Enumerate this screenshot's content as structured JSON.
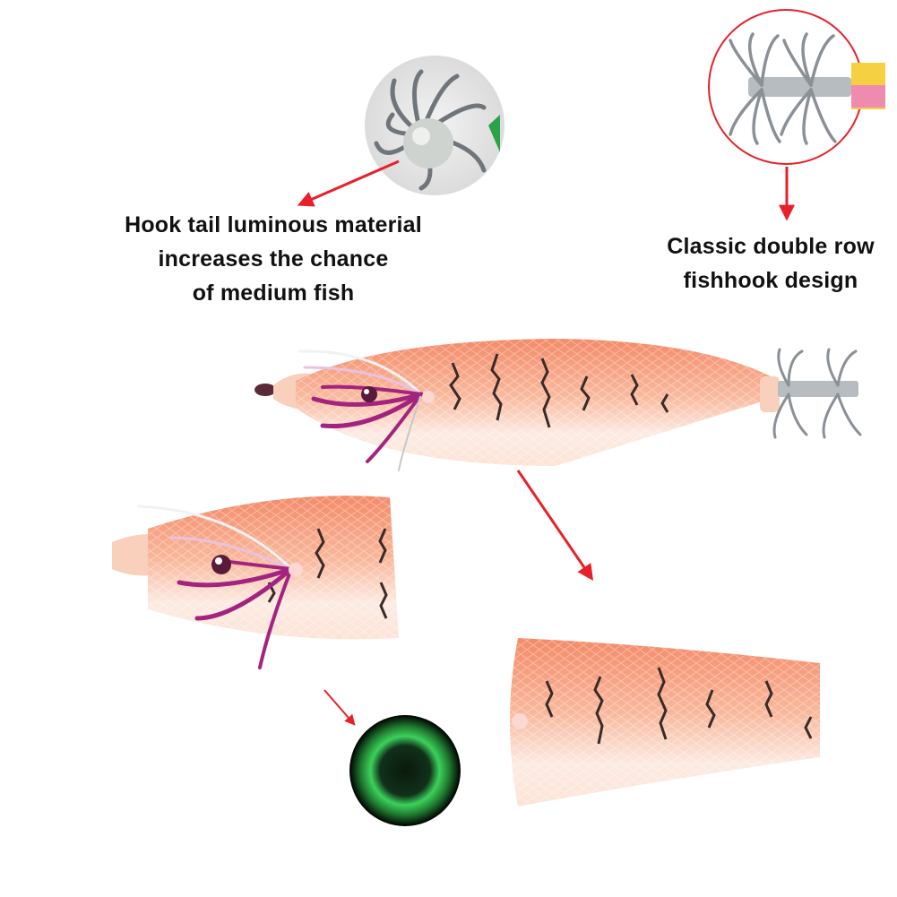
{
  "captions": {
    "luminous": {
      "lines": [
        "Hook tail luminous material",
        "increases the chance",
        "of medium fish"
      ]
    },
    "double_row": {
      "lines": [
        "Classic double row",
        "fishhook design"
      ]
    }
  },
  "colors": {
    "arrow": "#e8202a",
    "lure_body": "#f7a37f",
    "lure_belly": "#fbe6dc",
    "stripe": "#3a2a28",
    "feather": "#a3237e",
    "hook_metal": "#9aa0a6",
    "glow": "#38c24a"
  },
  "icons": [
    "red-arrow-icon",
    "squid-jig-lure",
    "hook-closeup",
    "glow-ring"
  ]
}
